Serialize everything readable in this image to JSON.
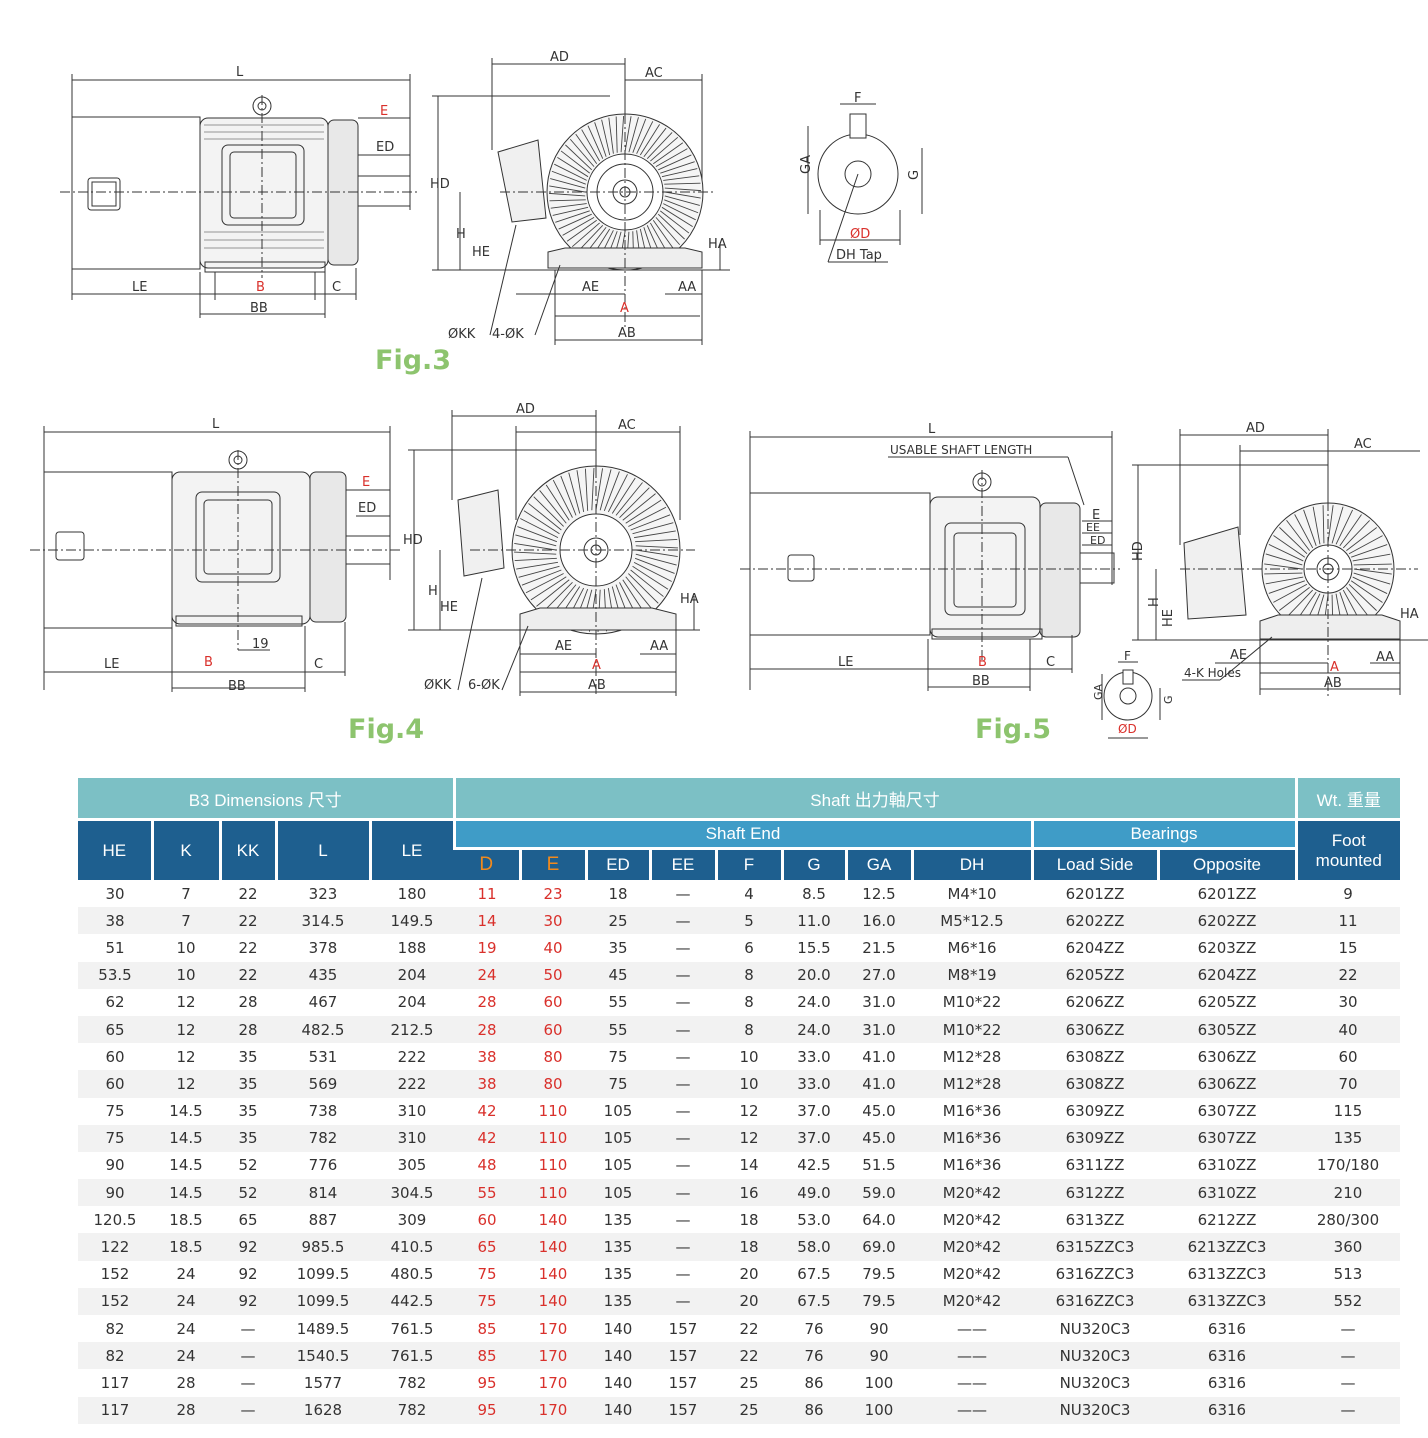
{
  "figures": {
    "fig3": {
      "caption": "Fig.3",
      "side_labels": [
        "L",
        "E",
        "ED",
        "LE",
        "B",
        "BB",
        "C"
      ],
      "front_labels": [
        "AD",
        "AC",
        "HD",
        "H",
        "HE",
        "HA",
        "AE",
        "A",
        "AA",
        "AB",
        "ØKK",
        "4-ØK"
      ],
      "shaft_labels": [
        "F",
        "GA",
        "G",
        "ØD",
        "DH Tap"
      ]
    },
    "fig4": {
      "caption": "Fig.4",
      "side_labels": [
        "L",
        "E",
        "ED",
        "LE",
        "B",
        "19",
        "BB",
        "C"
      ],
      "front_labels": [
        "AD",
        "AC",
        "HD",
        "H",
        "HE",
        "HA",
        "AE",
        "A",
        "AA",
        "AB",
        "ØKK",
        "6-ØK"
      ]
    },
    "fig5": {
      "caption": "Fig.5",
      "side_labels": [
        "L",
        "USABLE SHAFT LENGTH",
        "E",
        "EE",
        "ED",
        "LE",
        "B",
        "BB",
        "C"
      ],
      "front_labels": [
        "AD",
        "AC",
        "HD",
        "H",
        "HE",
        "HA",
        "AE",
        "A",
        "AA",
        "AB",
        "4-K Holes"
      ],
      "shaft_labels": [
        "F",
        "GA",
        "G",
        "ØD"
      ]
    }
  },
  "table": {
    "groups": {
      "b3": "B3 Dimensions 尺寸",
      "shaft": "Shaft 出力軸尺寸",
      "wt": "Wt. 重量",
      "shaft_end": "Shaft End",
      "bearings": "Bearings",
      "foot": "Foot mounted"
    },
    "columns": [
      "HE",
      "K",
      "KK",
      "L",
      "LE",
      "D",
      "E",
      "ED",
      "EE",
      "F",
      "G",
      "GA",
      "DH",
      "Load Side",
      "Opposite"
    ],
    "rows": [
      [
        "30",
        "7",
        "22",
        "323",
        "180",
        "11",
        "23",
        "18",
        "—",
        "4",
        "8.5",
        "12.5",
        "M4*10",
        "6201ZZ",
        "6201ZZ",
        "9"
      ],
      [
        "38",
        "7",
        "22",
        "314.5",
        "149.5",
        "14",
        "30",
        "25",
        "—",
        "5",
        "11.0",
        "16.0",
        "M5*12.5",
        "6202ZZ",
        "6202ZZ",
        "11"
      ],
      [
        "51",
        "10",
        "22",
        "378",
        "188",
        "19",
        "40",
        "35",
        "—",
        "6",
        "15.5",
        "21.5",
        "M6*16",
        "6204ZZ",
        "6203ZZ",
        "15"
      ],
      [
        "53.5",
        "10",
        "22",
        "435",
        "204",
        "24",
        "50",
        "45",
        "—",
        "8",
        "20.0",
        "27.0",
        "M8*19",
        "6205ZZ",
        "6204ZZ",
        "22"
      ],
      [
        "62",
        "12",
        "28",
        "467",
        "204",
        "28",
        "60",
        "55",
        "—",
        "8",
        "24.0",
        "31.0",
        "M10*22",
        "6206ZZ",
        "6205ZZ",
        "30"
      ],
      [
        "65",
        "12",
        "28",
        "482.5",
        "212.5",
        "28",
        "60",
        "55",
        "—",
        "8",
        "24.0",
        "31.0",
        "M10*22",
        "6306ZZ",
        "6305ZZ",
        "40"
      ],
      [
        "60",
        "12",
        "35",
        "531",
        "222",
        "38",
        "80",
        "75",
        "—",
        "10",
        "33.0",
        "41.0",
        "M12*28",
        "6308ZZ",
        "6306ZZ",
        "60"
      ],
      [
        "60",
        "12",
        "35",
        "569",
        "222",
        "38",
        "80",
        "75",
        "—",
        "10",
        "33.0",
        "41.0",
        "M12*28",
        "6308ZZ",
        "6306ZZ",
        "70"
      ],
      [
        "75",
        "14.5",
        "35",
        "738",
        "310",
        "42",
        "110",
        "105",
        "—",
        "12",
        "37.0",
        "45.0",
        "M16*36",
        "6309ZZ",
        "6307ZZ",
        "115"
      ],
      [
        "75",
        "14.5",
        "35",
        "782",
        "310",
        "42",
        "110",
        "105",
        "—",
        "12",
        "37.0",
        "45.0",
        "M16*36",
        "6309ZZ",
        "6307ZZ",
        "135"
      ],
      [
        "90",
        "14.5",
        "52",
        "776",
        "305",
        "48",
        "110",
        "105",
        "—",
        "14",
        "42.5",
        "51.5",
        "M16*36",
        "6311ZZ",
        "6310ZZ",
        "170/180"
      ],
      [
        "90",
        "14.5",
        "52",
        "814",
        "304.5",
        "55",
        "110",
        "105",
        "—",
        "16",
        "49.0",
        "59.0",
        "M20*42",
        "6312ZZ",
        "6310ZZ",
        "210"
      ],
      [
        "120.5",
        "18.5",
        "65",
        "887",
        "309",
        "60",
        "140",
        "135",
        "—",
        "18",
        "53.0",
        "64.0",
        "M20*42",
        "6313ZZ",
        "6212ZZ",
        "280/300"
      ],
      [
        "122",
        "18.5",
        "92",
        "985.5",
        "410.5",
        "65",
        "140",
        "135",
        "—",
        "18",
        "58.0",
        "69.0",
        "M20*42",
        "6315ZZC3",
        "6213ZZC3",
        "360"
      ],
      [
        "152",
        "24",
        "92",
        "1099.5",
        "480.5",
        "75",
        "140",
        "135",
        "—",
        "20",
        "67.5",
        "79.5",
        "M20*42",
        "6316ZZC3",
        "6313ZZC3",
        "513"
      ],
      [
        "152",
        "24",
        "92",
        "1099.5",
        "442.5",
        "75",
        "140",
        "135",
        "—",
        "20",
        "67.5",
        "79.5",
        "M20*42",
        "6316ZZC3",
        "6313ZZC3",
        "552"
      ],
      [
        "82",
        "24",
        "—",
        "1489.5",
        "761.5",
        "85",
        "170",
        "140",
        "157",
        "22",
        "76",
        "90",
        "——",
        "NU320C3",
        "6316",
        "—"
      ],
      [
        "82",
        "24",
        "—",
        "1540.5",
        "761.5",
        "85",
        "170",
        "140",
        "157",
        "22",
        "76",
        "90",
        "——",
        "NU320C3",
        "6316",
        "—"
      ],
      [
        "117",
        "28",
        "—",
        "1577",
        "782",
        "95",
        "170",
        "140",
        "157",
        "25",
        "86",
        "100",
        "——",
        "NU320C3",
        "6316",
        "—"
      ],
      [
        "117",
        "28",
        "—",
        "1628",
        "782",
        "95",
        "170",
        "140",
        "157",
        "25",
        "86",
        "100",
        "——",
        "NU320C3",
        "6316",
        "—"
      ]
    ]
  }
}
